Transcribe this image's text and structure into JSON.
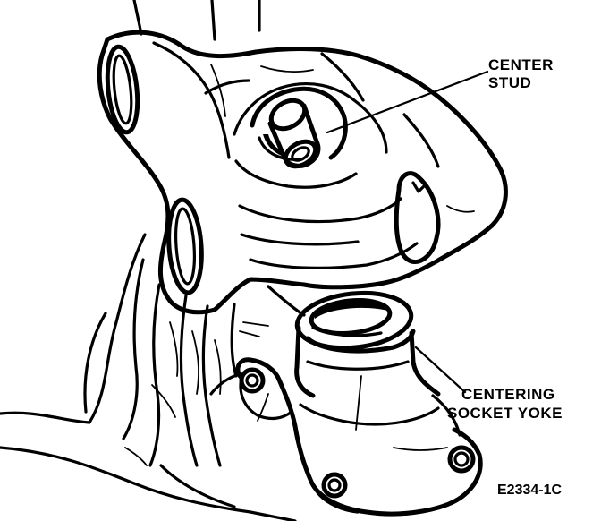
{
  "labels": {
    "center_stud": [
      "CENTER",
      "STUD"
    ],
    "centering_socket_yoke": [
      "CENTERING",
      "SOCKET YOKE"
    ]
  },
  "figure_id": "E2334-1C"
}
